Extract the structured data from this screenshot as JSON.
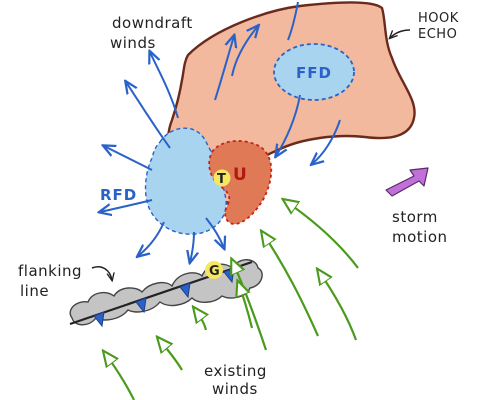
{
  "labels": {
    "downdraft_winds": [
      "downdraft",
      "winds"
    ],
    "hook_echo": [
      "HOOK",
      "ECHO"
    ],
    "ffd": "FFD",
    "rfd": "RFD",
    "tornado_marker": "T",
    "updraft_marker": "U",
    "gust_marker": "G",
    "storm_motion": [
      "storm",
      "motion"
    ],
    "flanking_line": [
      "flanking",
      "line"
    ],
    "existing_winds": [
      "existing",
      "winds"
    ]
  },
  "colors": {
    "hook_echo_fill": "#f2b99e",
    "hook_echo_outline": "#6a2a1c",
    "updraft_fill": "#e07a56",
    "updraft_outline": "#c0241a",
    "downdraft_fill": "#a9d4ef",
    "downdraft_outline": "#2a62c8",
    "downdraft_arrows": "#2a62c8",
    "inflow_arrows": "#4a9a1c",
    "storm_motion_arrow": "#c070d8",
    "flanking_cloud": "#c4c4c4",
    "marker_highlight": "#f5e860"
  }
}
